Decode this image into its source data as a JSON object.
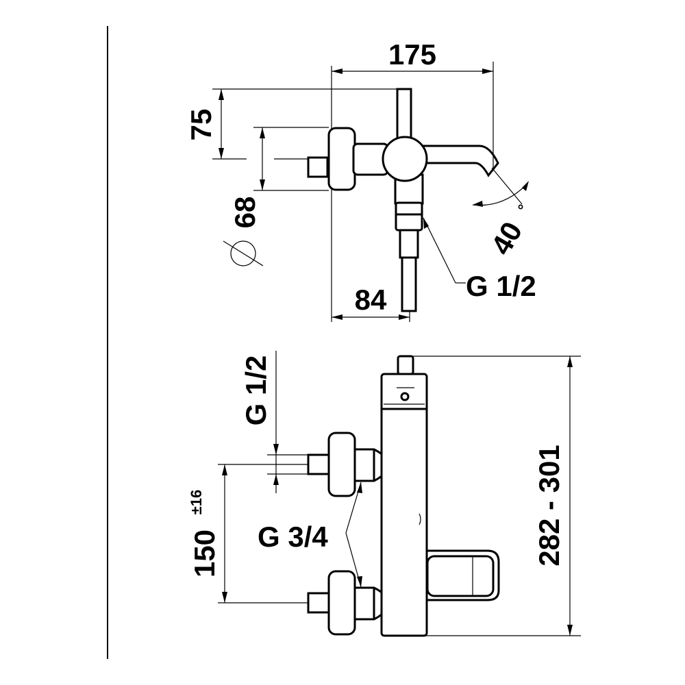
{
  "side_view": {
    "dim_overall_width": "175",
    "dim_handle_offset": "75",
    "dim_rosette_diameter": "68",
    "dim_wall_to_axis": "84",
    "dim_spout_angle": "40",
    "degree_symbol": "°",
    "outlet_thread": "G 1/2"
  },
  "front_view": {
    "inlet_thread_top": "G 1/2",
    "connection_thread": "G 3/4",
    "dim_centres": "150",
    "dim_centres_tolerance": "±16",
    "dim_height_range": "282 - 301"
  }
}
